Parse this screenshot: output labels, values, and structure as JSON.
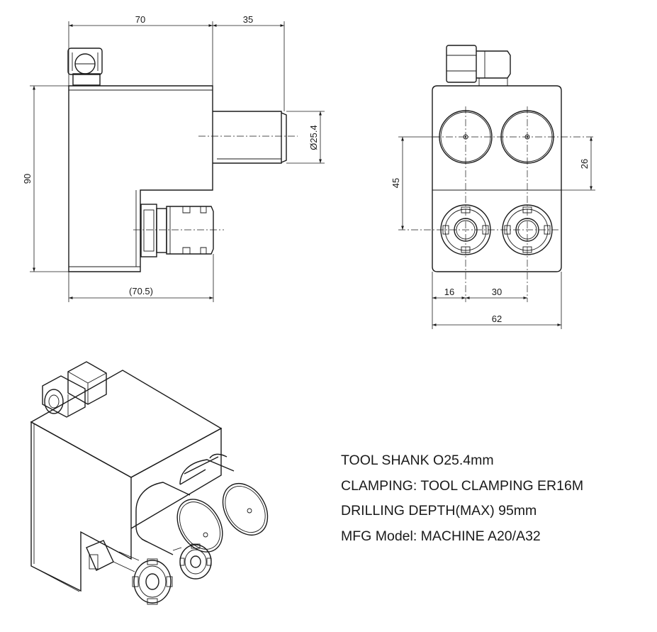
{
  "dimensions": {
    "side_width": "70",
    "shank_length": "35",
    "height": "90",
    "shank_diameter": "Ø25.4",
    "base_width": "(70.5)",
    "center_offset": "45",
    "row_spacing": "26",
    "edge_to_center": "16",
    "center_spacing": "30",
    "front_width": "62"
  },
  "specs": {
    "line1": "TOOL SHANK O25.4mm",
    "line2": "CLAMPING: TOOL CLAMPING ER16M",
    "line3": "DRILLING DEPTH(MAX) 95mm",
    "line4": "MFG Model: MACHINE A20/A32"
  }
}
